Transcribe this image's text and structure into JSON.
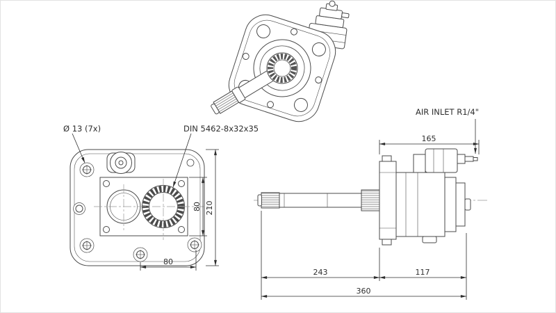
{
  "drawing": {
    "notes": {
      "hole_note": "Ø 13 (7x)",
      "spline_note": "DIN 5462-8x32x35",
      "air_inlet_note": "AIR INLET R1/4\""
    },
    "dimensions": {
      "front_face_height": "80",
      "front_overall_height": "210",
      "front_width": "80",
      "side_top_length": "165",
      "side_shaft_length": "243",
      "side_body_length": "117",
      "side_overall_length": "360"
    },
    "colors": {
      "line": "#4a4a4a",
      "dim": "#2e2e2e",
      "centerline": "#999999",
      "background": "#ffffff"
    }
  }
}
